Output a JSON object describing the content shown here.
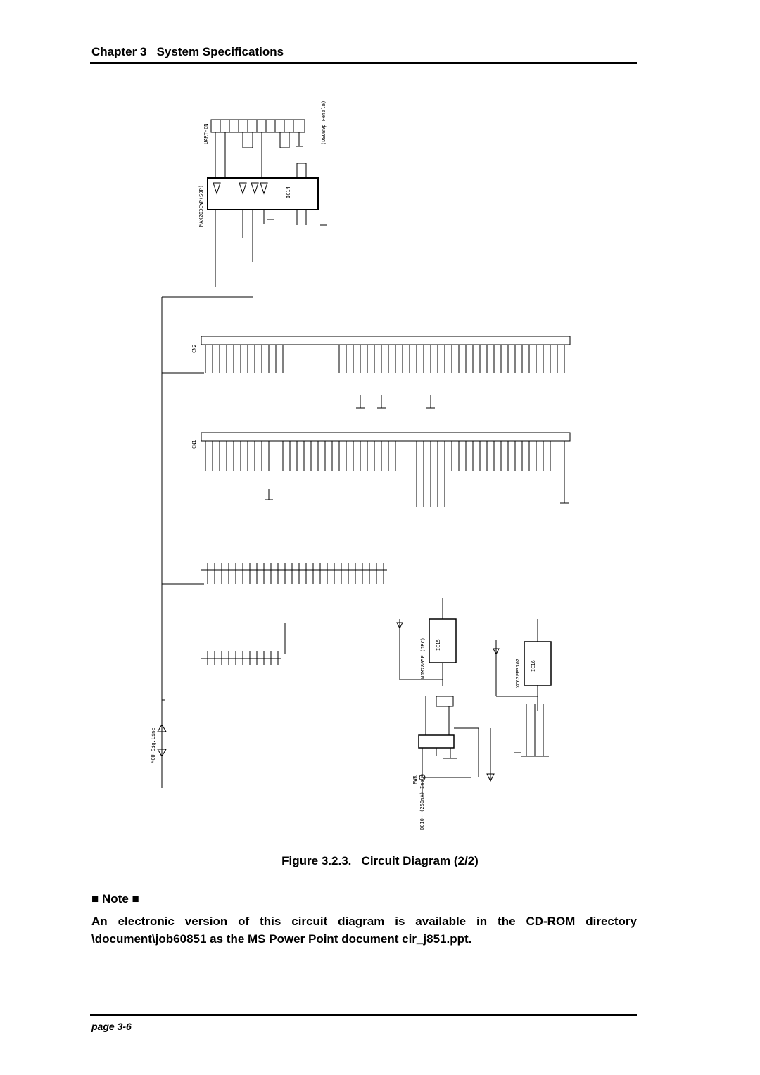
{
  "header": {
    "title": "Chapter 3   System Specifications"
  },
  "figure": {
    "caption": "Figure 3.2.3.   Circuit Diagram (2/2)",
    "labels": {
      "uart": "UART-CN",
      "dsub": "(DSUB9p Female)",
      "max": "MAX203CWP(SOP)",
      "ic14": "IC14",
      "cn2": "CN2",
      "cn1": "CN1",
      "mcu": "MCU-Sig.Line",
      "ic15": "IC15",
      "ic16": "IC16",
      "reg1": "NJM7805F (JRC)",
      "reg2": "XC62FP3302",
      "pwr": "PWR",
      "dc_in": "DC10~ (250mA) Input"
    }
  },
  "note": {
    "heading": "■ Note ■",
    "text": "An electronic version of this circuit diagram is available in the CD-ROM directory \\document\\job60851 as the MS Power Point document cir_j851.ppt."
  },
  "footer": {
    "page": "page 3-6"
  }
}
